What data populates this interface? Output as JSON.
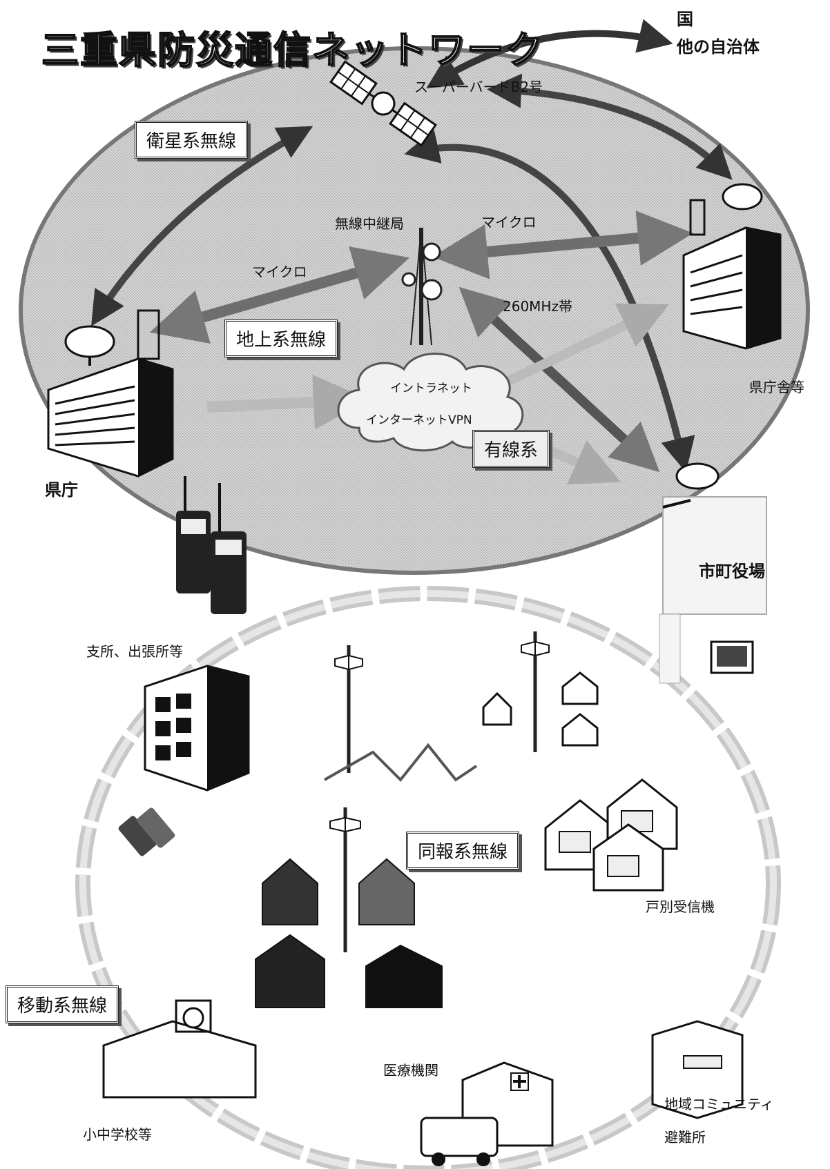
{
  "title": "三重県防災通信ネットワーク",
  "external": {
    "line1": "国",
    "line2": "他の自治体"
  },
  "satellite": {
    "label": "スーパーバードB2号"
  },
  "boxes": {
    "satellite_radio": "衛星系無線",
    "terrestrial_radio": "地上系無線",
    "wired": "有線系",
    "broadcast_radio": "同報系無線",
    "mobile_radio": "移動系無線"
  },
  "links": {
    "micro_left": "マイクロ",
    "micro_right": "マイクロ",
    "band": "260MHz帯",
    "relay_station": "無線中継局"
  },
  "cloud": {
    "line1": "イントラネット",
    "line2": "インターネットVPN"
  },
  "nodes": {
    "prefecture_office": "県庁",
    "prefecture_buildings": "県庁舎等",
    "municipal_office": "市町役場",
    "branch_office": "支所、出張所等",
    "household_receiver": "戸別受信機",
    "community": "地域コミュニティ",
    "shelter": "避難所",
    "medical": "医療機関",
    "schools": "小中学校等"
  }
}
